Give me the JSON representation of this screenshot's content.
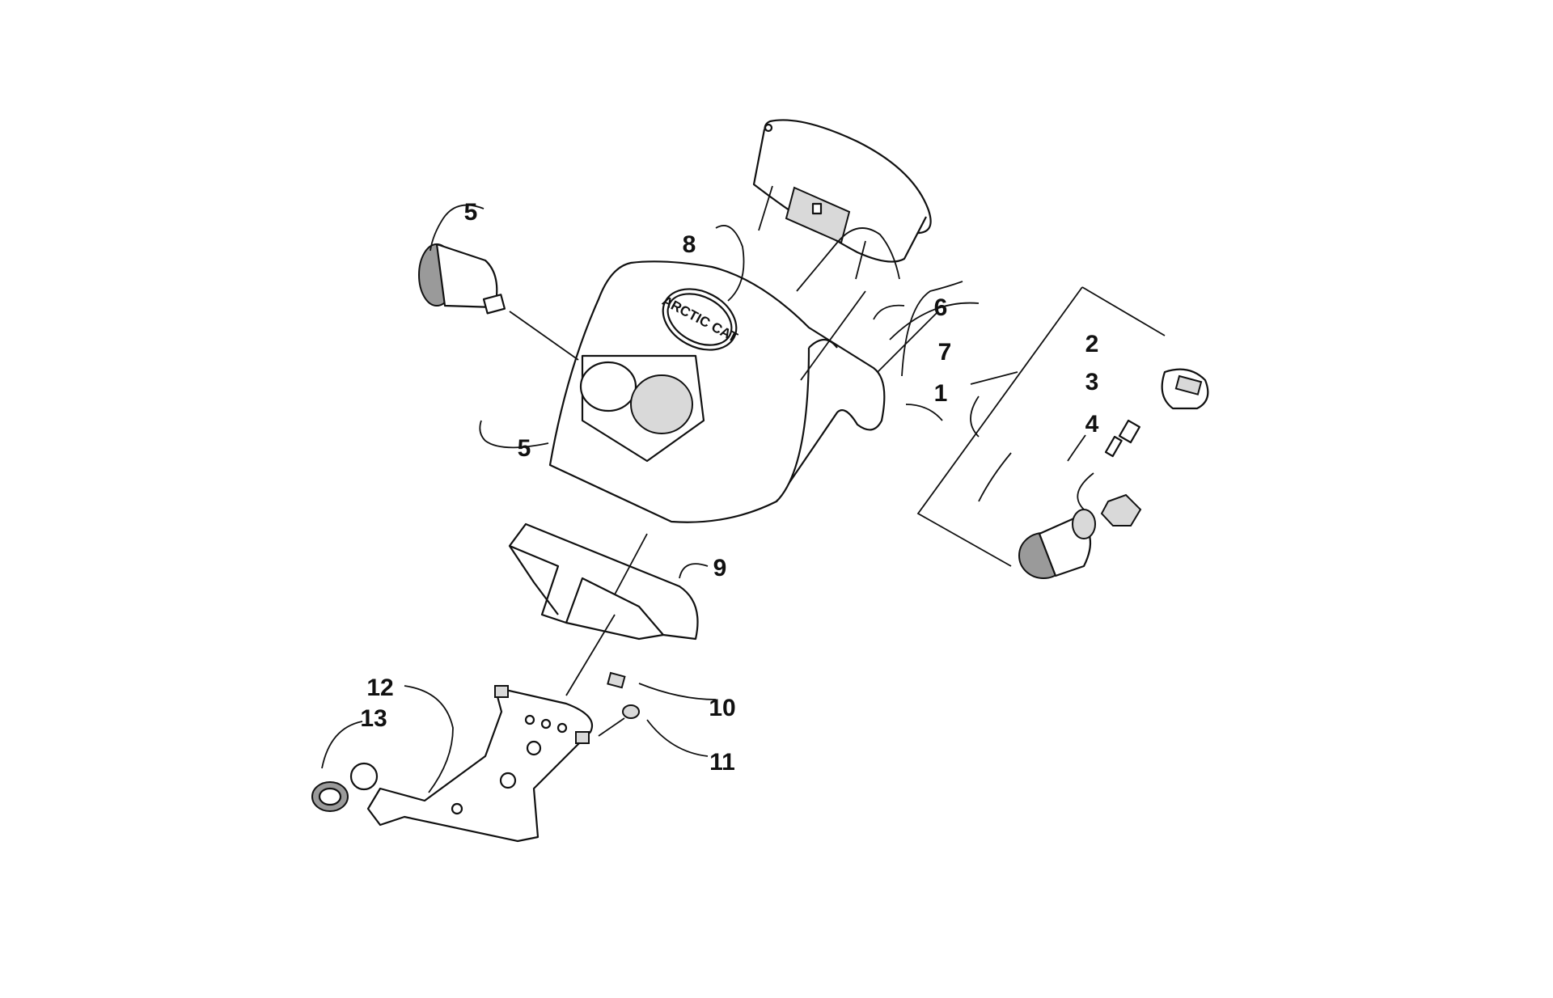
{
  "logo": {
    "text": "ARCTIC CAT"
  },
  "callouts": [
    {
      "id": "c1",
      "label": "1"
    },
    {
      "id": "c2",
      "label": "2"
    },
    {
      "id": "c3",
      "label": "3"
    },
    {
      "id": "c4",
      "label": "4"
    },
    {
      "id": "c5a",
      "label": "5"
    },
    {
      "id": "c5b",
      "label": "5"
    },
    {
      "id": "c6",
      "label": "6"
    },
    {
      "id": "c7",
      "label": "7"
    },
    {
      "id": "c8",
      "label": "8"
    },
    {
      "id": "c9",
      "label": "9"
    },
    {
      "id": "c10",
      "label": "10"
    },
    {
      "id": "c11",
      "label": "11"
    },
    {
      "id": "c12",
      "label": "12"
    },
    {
      "id": "c13",
      "label": "13"
    }
  ],
  "colors": {
    "line": "#111111",
    "background": "#ffffff",
    "shade": "#d9d9d9"
  }
}
